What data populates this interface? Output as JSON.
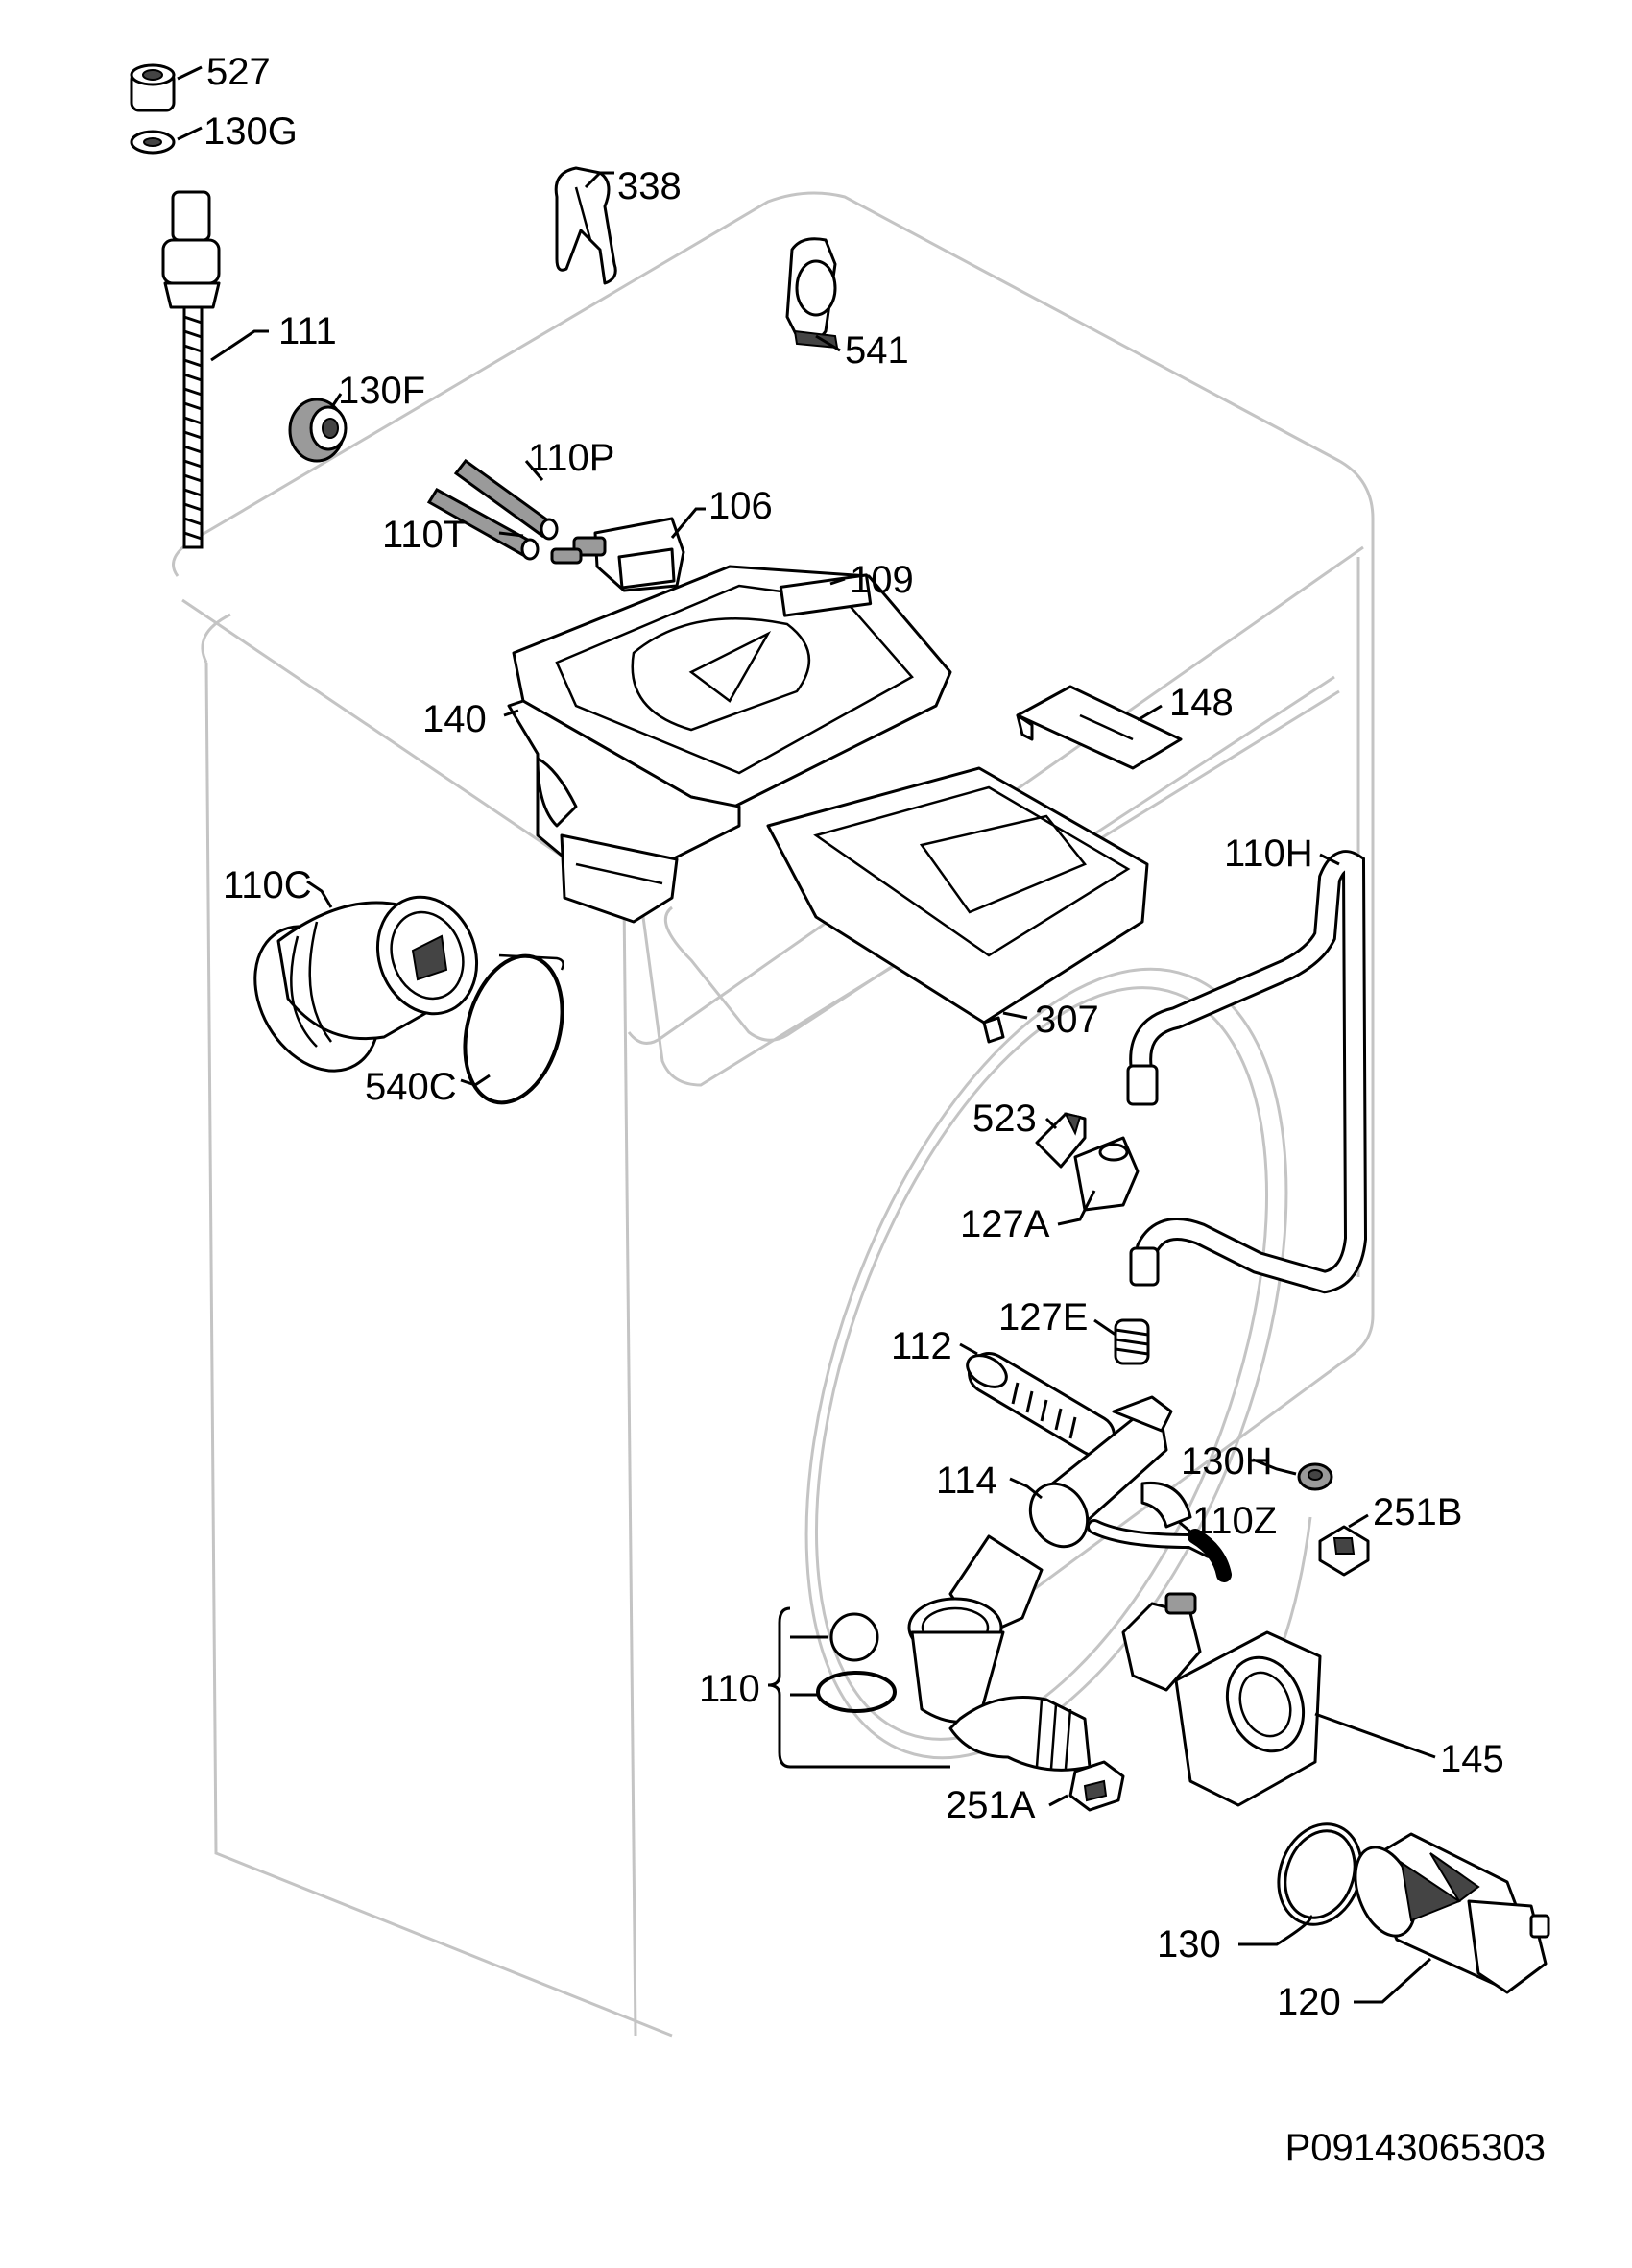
{
  "diagram": {
    "drawing_code": "P09143065303",
    "labels": {
      "p527": "527",
      "p130G": "130G",
      "p338": "338",
      "p111": "111",
      "p541": "541",
      "p130F": "130F",
      "p110P": "110P",
      "p106": "106",
      "p110T": "110T",
      "p109": "109",
      "p140": "140",
      "p148": "148",
      "p110C": "110C",
      "p110H": "110H",
      "p307": "307",
      "p540C": "540C",
      "p523": "523",
      "p127A": "127A",
      "p127E": "127E",
      "p112": "112",
      "p130H": "130H",
      "p114": "114",
      "p110Z": "110Z",
      "p251B": "251B",
      "p110": "110",
      "p145": "145",
      "p251A": "251A",
      "p130": "130",
      "p120": "120"
    }
  }
}
